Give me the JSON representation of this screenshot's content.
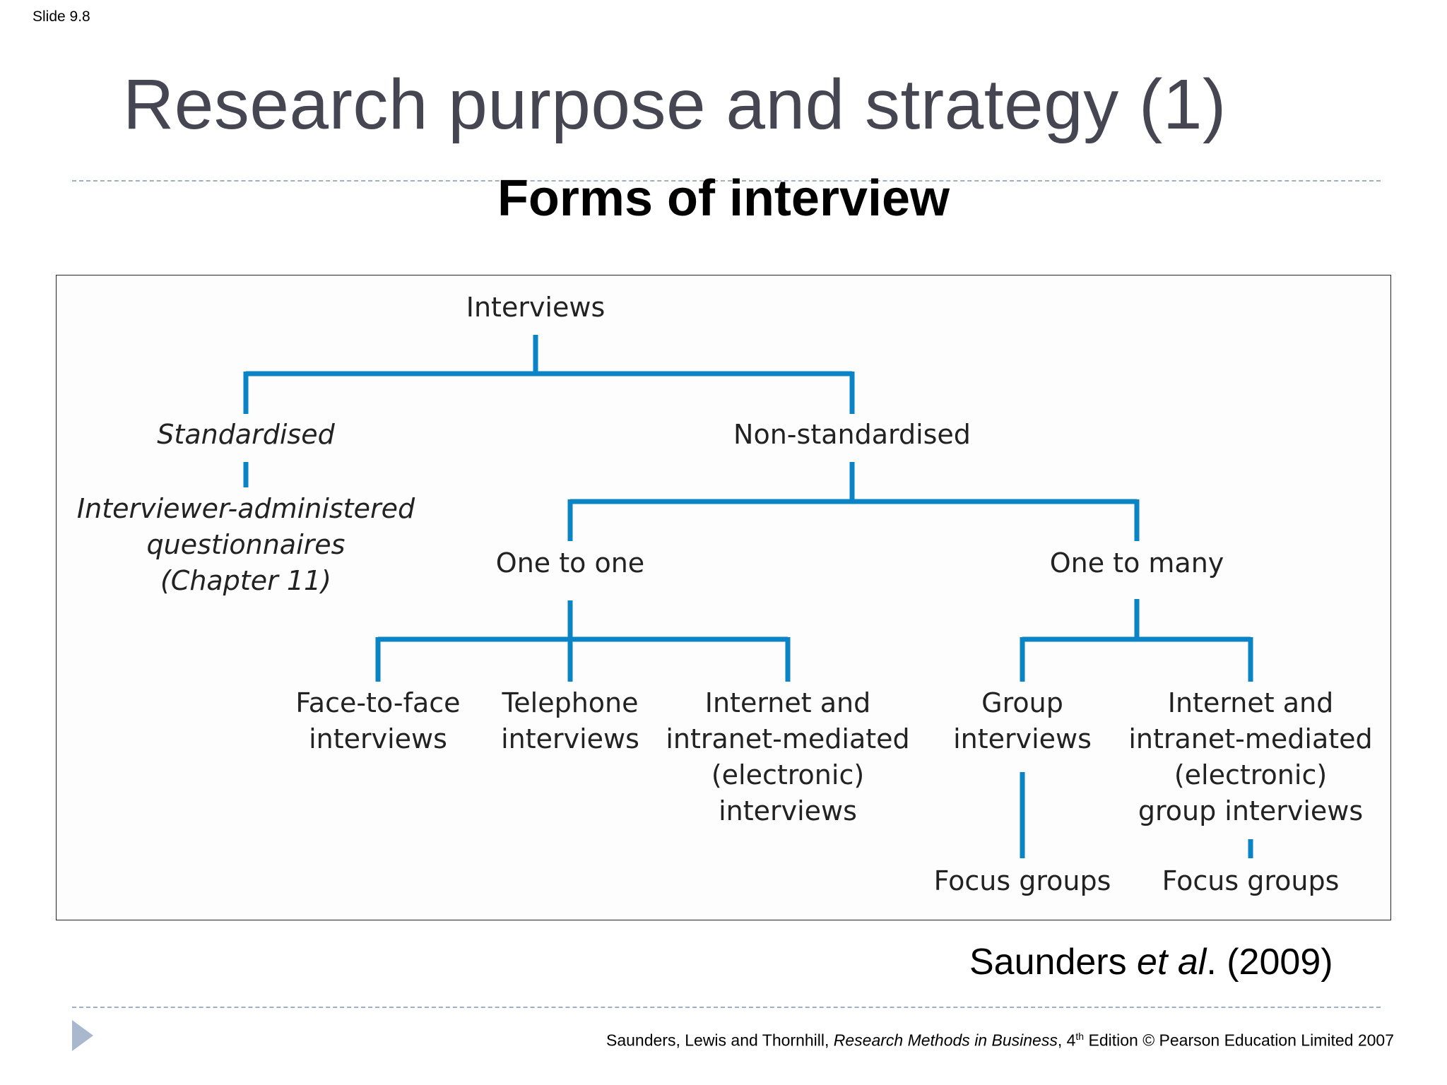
{
  "slide": {
    "number_label": "Slide 9.8",
    "title": "Research purpose and strategy (1)",
    "subtitle": "Forms of interview"
  },
  "diagram": {
    "line_color": "#0b84c6",
    "nodes": {
      "interviews": "Interviews",
      "standardised": "Standardised",
      "non_standardised": "Non-standardised",
      "interviewer_administered": [
        "Interviewer-administered",
        "questionnaires",
        "(Chapter 11)"
      ],
      "one_to_one": "One to one",
      "one_to_many": "One to many",
      "face_to_face": [
        "Face-to-face",
        "interviews"
      ],
      "telephone": [
        "Telephone",
        "interviews"
      ],
      "internet_one": [
        "Internet and",
        "intranet-mediated",
        "(electronic)",
        "interviews"
      ],
      "group": [
        "Group",
        "interviews"
      ],
      "internet_group": [
        "Internet and",
        "intranet-mediated",
        "(electronic)",
        "group interviews"
      ],
      "focus_groups_1": "Focus groups",
      "focus_groups_2": "Focus groups"
    }
  },
  "citation": {
    "author": "Saunders ",
    "etal": "et al",
    "rest": ". (2009)"
  },
  "footer": {
    "authors": "Saunders, Lewis and Thornhill, ",
    "book": "Research Methods in Business",
    "edition_num": ", 4",
    "edition_sup": "th",
    "rest": " Edition © Pearson Education Limited 2007"
  },
  "icons": {
    "nav": "play-triangle-icon"
  }
}
